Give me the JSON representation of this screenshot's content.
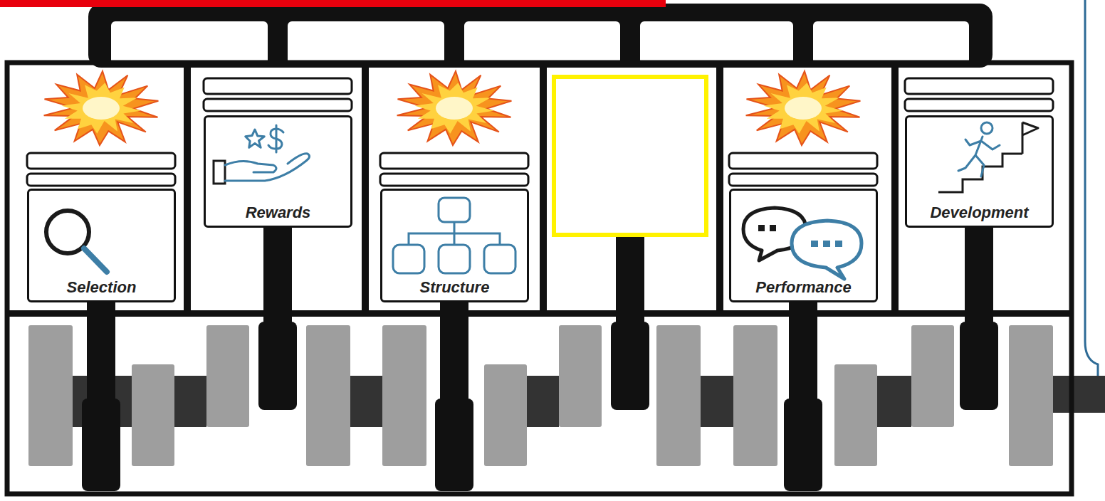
{
  "diagram": {
    "nodes": [
      {
        "text": [
          "Selection"
        ]
      },
      {
        "text": [
          "Rewards"
        ]
      },
      {
        "text": [
          "Structure"
        ]
      },
      {
        "text": [
          "Performance"
        ]
      },
      {
        "text": [
          "Development"
        ]
      }
    ]
  }
}
